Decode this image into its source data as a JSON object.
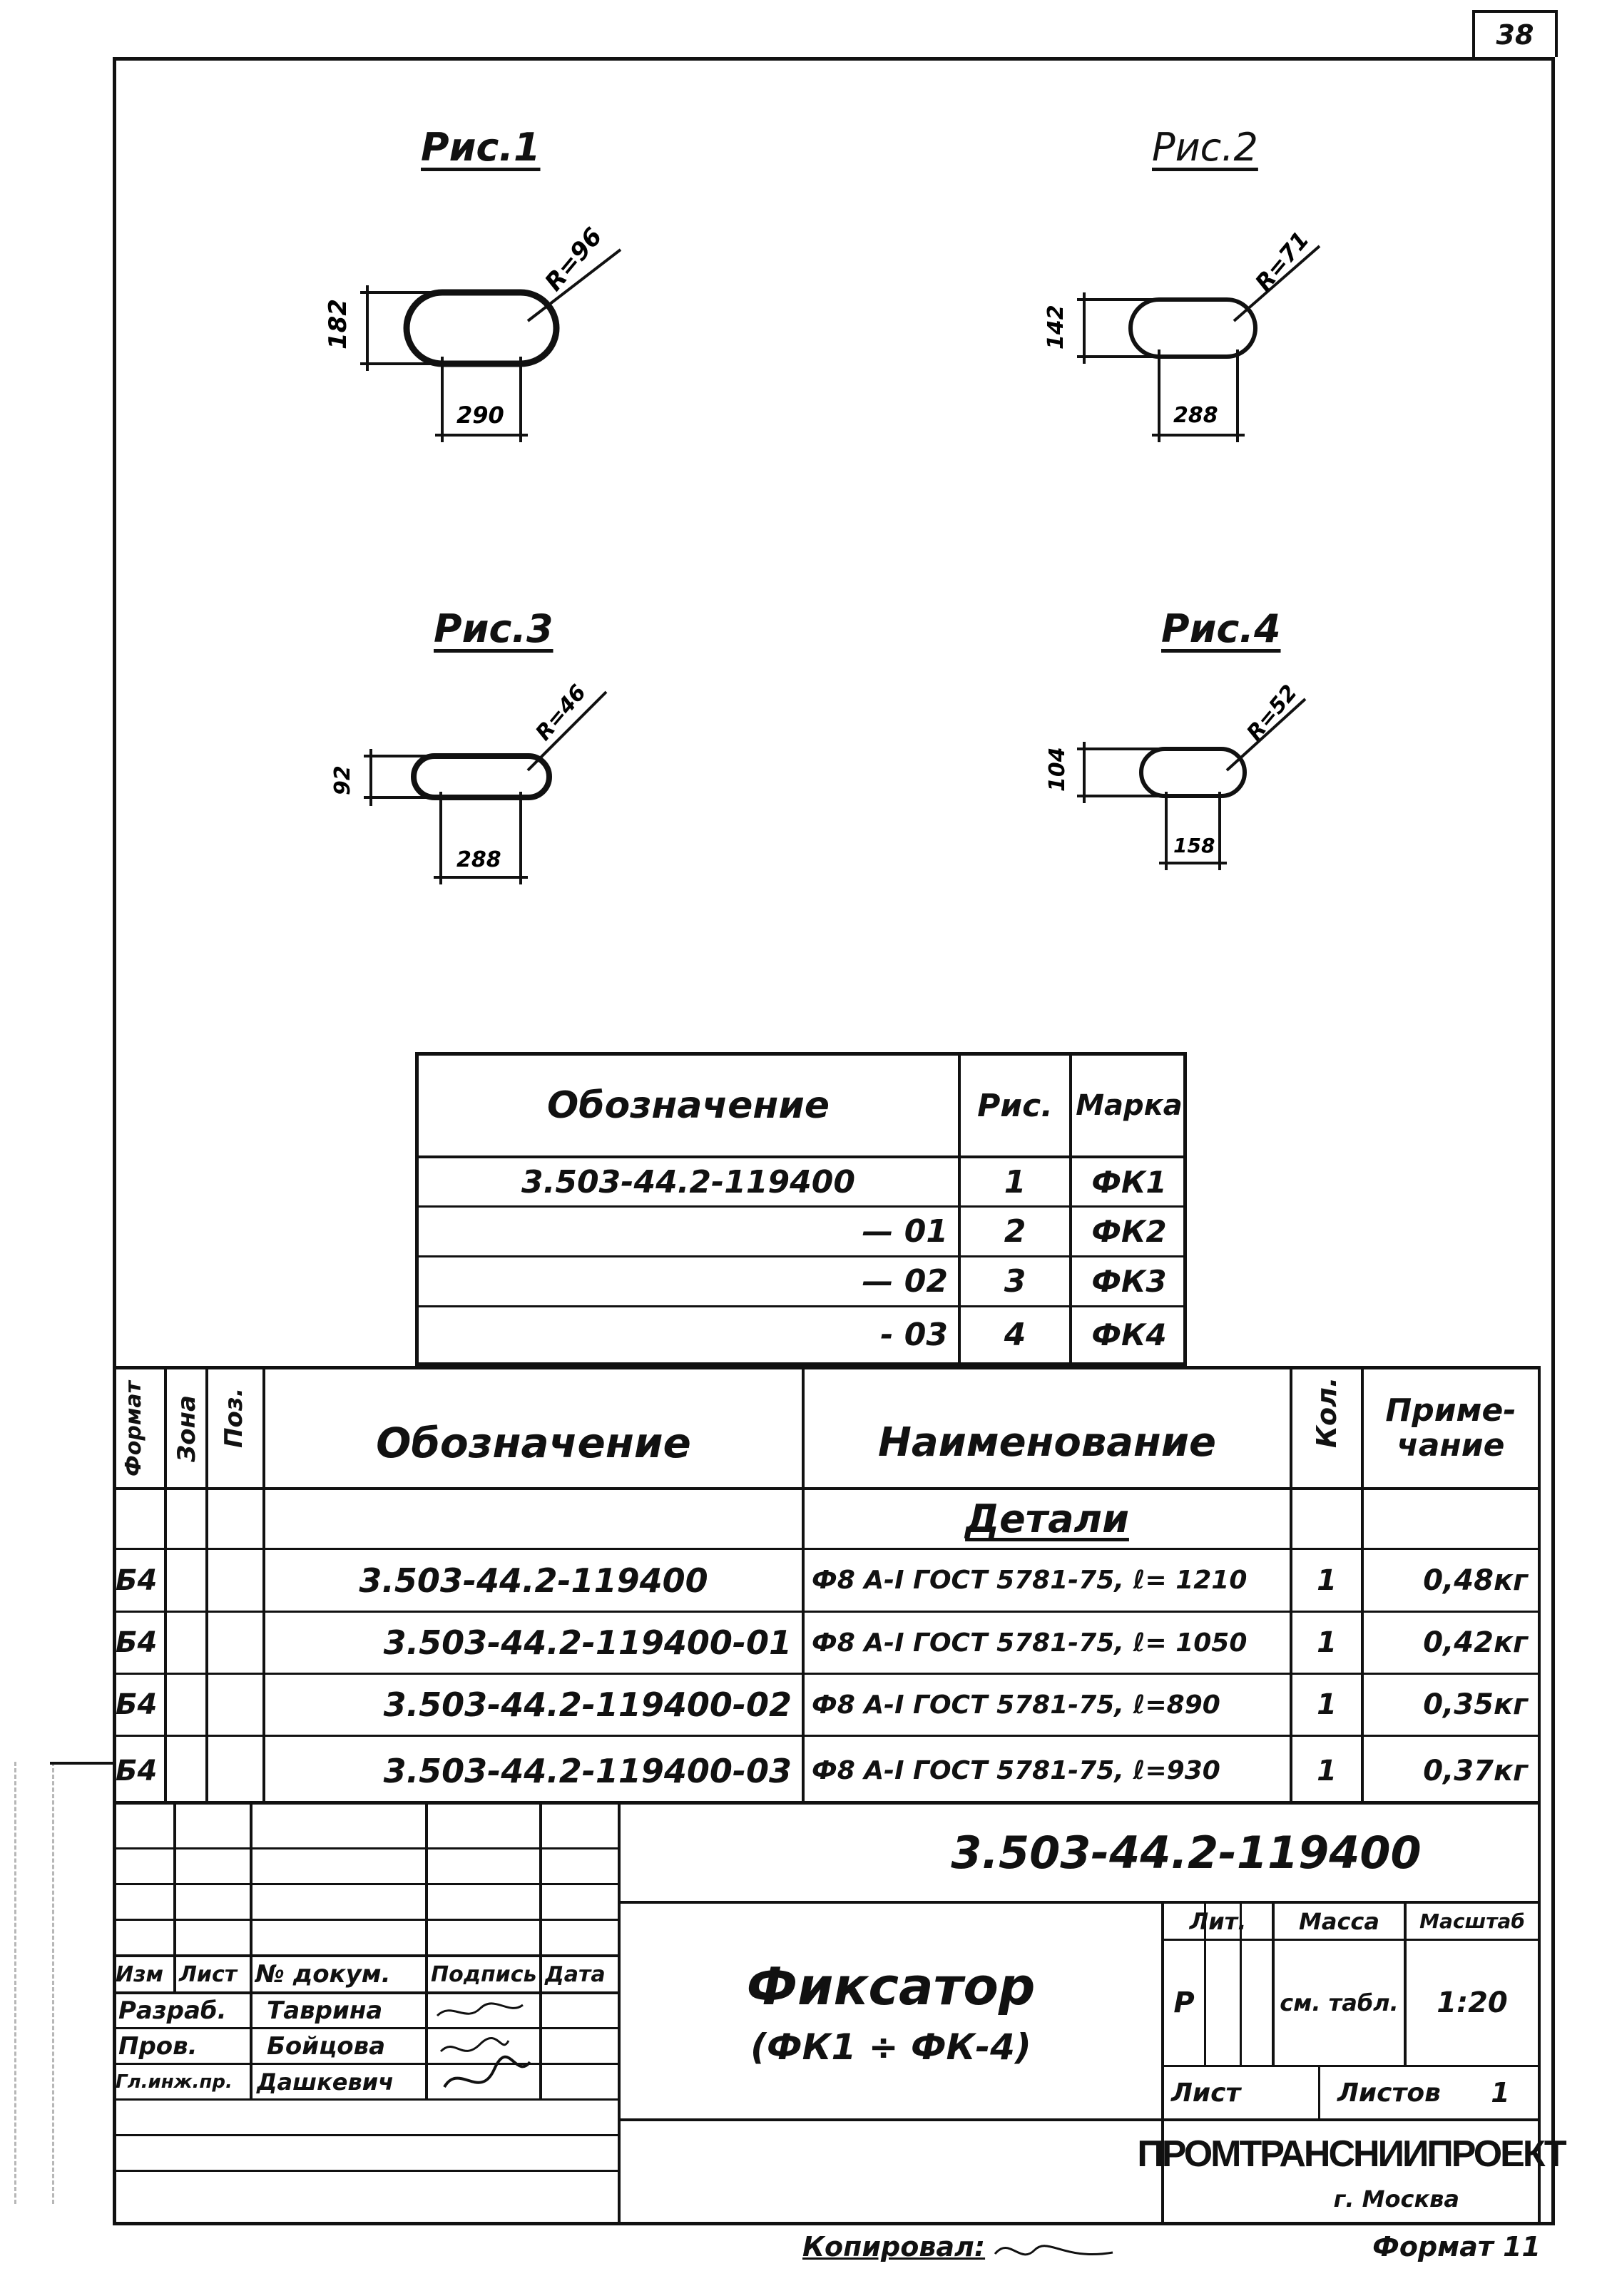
{
  "sheet_number": "38",
  "figures": [
    {
      "title": "Рис.1",
      "height_dim": "182",
      "width_dim": "290",
      "radius": "R=96"
    },
    {
      "title": "Рис.2",
      "height_dim": "142",
      "width_dim": "288",
      "radius": "R=71"
    },
    {
      "title": "Рис.3",
      "height_dim": "92",
      "width_dim": "288",
      "radius": "R=46"
    },
    {
      "title": "Рис.4",
      "height_dim": "104",
      "width_dim": "158",
      "radius": "R=52"
    }
  ],
  "marks_table": {
    "headers": [
      "Обозначение",
      "Рис.",
      "Марка"
    ],
    "rows": [
      [
        "3.503-44.2-119400",
        "1",
        "ФК1"
      ],
      [
        "— 01",
        "2",
        "ФК2"
      ],
      [
        "— 02",
        "3",
        "ФК3"
      ],
      [
        "- 03",
        "4",
        "ФК4"
      ]
    ]
  },
  "spec_table": {
    "headers": {
      "format": "Формат",
      "zone": "Зона",
      "pos": "Поз.",
      "designation": "Обозначение",
      "name": "Наименование",
      "qty": "Кол.",
      "note": "Приме-\nчание"
    },
    "section": "Детали",
    "rows": [
      {
        "format": "Б4",
        "designation": "3.503-44.2-119400",
        "name": "Ф8 А-I ГОСТ 5781-75, ℓ= 1210",
        "qty": "1",
        "note": "0,48кг"
      },
      {
        "format": "Б4",
        "designation": "3.503-44.2-119400-01",
        "name": "Ф8 А-I ГОСТ 5781-75, ℓ= 1050",
        "qty": "1",
        "note": "0,42кг"
      },
      {
        "format": "Б4",
        "designation": "3.503-44.2-119400-02",
        "name": "Ф8 А-I ГОСТ 5781-75, ℓ=890",
        "qty": "1",
        "note": "0,35кг"
      },
      {
        "format": "Б4",
        "designation": "3.503-44.2-119400-03",
        "name": "Ф8 А-I ГОСТ 5781-75, ℓ=930",
        "qty": "1",
        "note": "0,37кг"
      }
    ]
  },
  "title_block": {
    "doc_code": "3.503-44.2-119400",
    "col_headers": [
      "Изм",
      "Лист",
      "№ докум.",
      "Подпись",
      "Дата"
    ],
    "roles": [
      {
        "role": "Разраб.",
        "name": "Таврина"
      },
      {
        "role": "Пров.",
        "name": "Бойцова"
      },
      {
        "role": "Гл.инж.пр.",
        "name": "Дашкевич"
      }
    ],
    "item_name": "Фиксатор",
    "item_sub": "(ФК1 ÷ ФК-4)",
    "lit_label": "Лит.",
    "lit_value": "Р",
    "mass_label": "Масса",
    "mass_value": "см. табл.",
    "scale_label": "Масштаб",
    "scale_value": "1:20",
    "sheet_label": "Лист",
    "sheets_label": "Листов",
    "sheets_value": "1",
    "org": "ПРОМТРАНСНИИПРОЕКТ",
    "city": "г. Москва"
  },
  "footer": {
    "copied": "Копировал:",
    "format": "Формат 11"
  }
}
